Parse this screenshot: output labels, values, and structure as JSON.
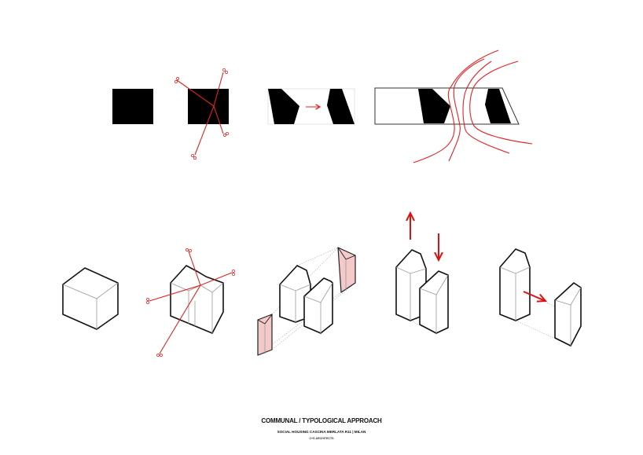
{
  "caption": {
    "title": "COMMUNAL / TYPOLOGICAL APPROACH",
    "subtitle": "SOCIAL HOUSING CASCINA MERLATA R11 | MILAN",
    "credit": "C+S ARCHITECTS"
  },
  "colors": {
    "accent": "#e32222",
    "solid": "#000000",
    "highlight": "#f3c9c9"
  }
}
